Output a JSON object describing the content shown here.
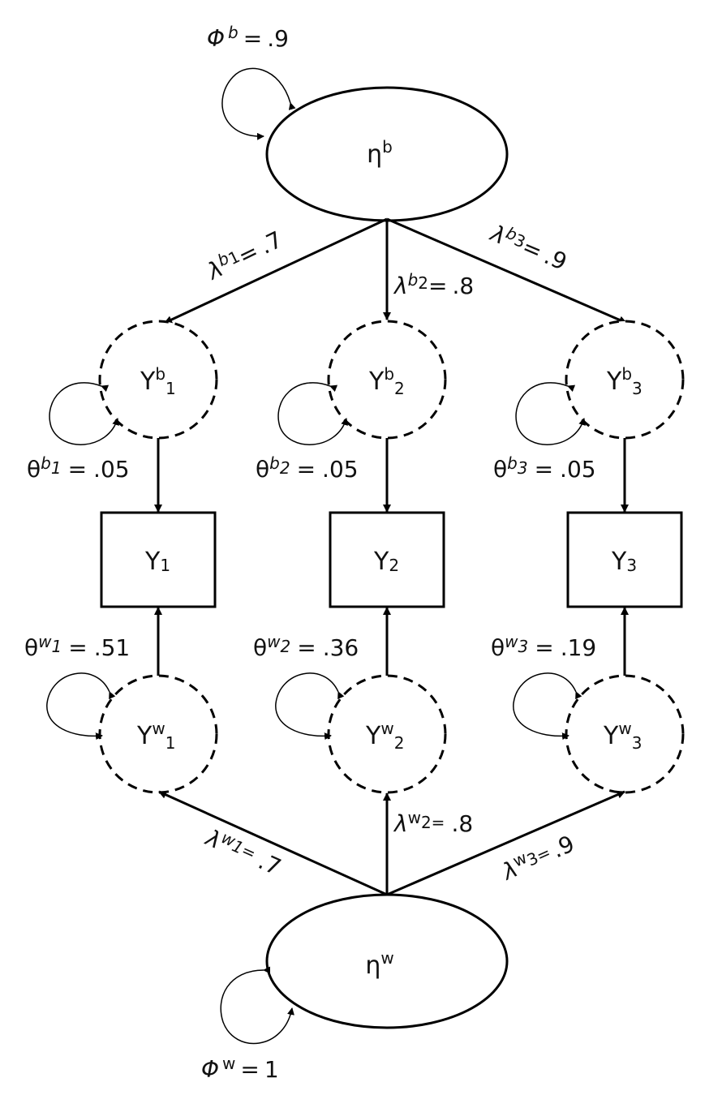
{
  "diagram": {
    "type": "structural-equation-model",
    "colors": {
      "stroke": "#000000",
      "background": "#ffffff",
      "text": "#111111"
    },
    "latent_factors": [
      {
        "id": "eta_b",
        "symbol": "η",
        "superscript": "b",
        "variance_label": {
          "symbol": "Φ",
          "superscript": "b",
          "value": ".9"
        }
      },
      {
        "id": "eta_w",
        "symbol": "η",
        "superscript": "w",
        "variance_label": {
          "symbol": "Φ",
          "superscript": "w",
          "value": "1"
        }
      }
    ],
    "between_components": [
      {
        "id": "Yb1",
        "symbol": "Y",
        "superscript": "b",
        "subscript": "1",
        "residual": {
          "symbol": "θ",
          "superscript": "b",
          "subscript": "1",
          "value": ".05"
        }
      },
      {
        "id": "Yb2",
        "symbol": "Y",
        "superscript": "b",
        "subscript": "2",
        "residual": {
          "symbol": "θ",
          "superscript": "b",
          "subscript": "2",
          "value": ".05"
        }
      },
      {
        "id": "Yb3",
        "symbol": "Y",
        "superscript": "b",
        "subscript": "3",
        "residual": {
          "symbol": "θ",
          "superscript": "b",
          "subscript": "3",
          "value": ".05"
        }
      }
    ],
    "observed": [
      {
        "id": "Y1",
        "symbol": "Y",
        "subscript": "1"
      },
      {
        "id": "Y2",
        "symbol": "Y",
        "subscript": "2"
      },
      {
        "id": "Y3",
        "symbol": "Y",
        "subscript": "3"
      }
    ],
    "within_components": [
      {
        "id": "Yw1",
        "symbol": "Y",
        "superscript": "w",
        "subscript": "1",
        "residual": {
          "symbol": "θ",
          "superscript": "w",
          "subscript": "1",
          "value": ".51"
        }
      },
      {
        "id": "Yw2",
        "symbol": "Y",
        "superscript": "w",
        "subscript": "2",
        "residual": {
          "symbol": "θ",
          "superscript": "w",
          "subscript": "2",
          "value": ".36"
        }
      },
      {
        "id": "Yw3",
        "symbol": "Y",
        "superscript": "w",
        "subscript": "3",
        "residual": {
          "symbol": "θ",
          "superscript": "w",
          "subscript": "3",
          "value": ".19"
        }
      }
    ],
    "loadings_between": [
      {
        "symbol": "λ",
        "superscript": "b",
        "subscript": "1",
        "value": ".7"
      },
      {
        "symbol": "λ",
        "superscript": "b",
        "subscript": "2",
        "value": ".8"
      },
      {
        "symbol": "λ",
        "superscript": "b",
        "subscript": "3",
        "value": ".9"
      }
    ],
    "loadings_within": [
      {
        "symbol": "λ",
        "superscript": "w",
        "subscript": "1",
        "value": ".7"
      },
      {
        "symbol": "λ",
        "superscript": "w",
        "subscript": "2",
        "value": ".8"
      },
      {
        "symbol": "λ",
        "superscript": "w",
        "subscript": "3",
        "value": ".9"
      }
    ],
    "equals": "="
  }
}
